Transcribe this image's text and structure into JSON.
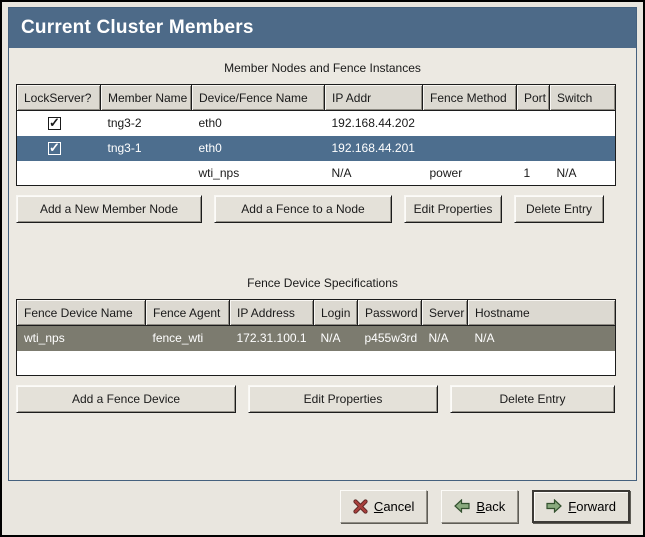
{
  "window": {
    "title": "Current Cluster Members"
  },
  "colors": {
    "titlebar_bg": "#4d6a88",
    "selected_row_blue": "#4d6e8e",
    "selected_row_gray": "#7c7b6f",
    "panel_bg": "#ece9e2",
    "cancel_icon_red": "#a8403c",
    "arrow_icon_green": "#8aaa7e"
  },
  "members_section": {
    "caption": "Member Nodes and Fence Instances",
    "columns": [
      "LockServer?",
      "Member Name",
      "Device/Fence Name",
      "IP Addr",
      "Fence Method",
      "Port",
      "Switch"
    ],
    "rows": [
      {
        "lockserver": "checked",
        "member_name": "tng3-2",
        "device_fence_name": "eth0",
        "ip_addr": "192.168.44.202",
        "fence_method": "",
        "port": "",
        "switch": ""
      },
      {
        "lockserver": "checked",
        "member_name": "tng3-1",
        "device_fence_name": "eth0",
        "ip_addr": "192.168.44.201",
        "fence_method": "",
        "port": "",
        "switch": "",
        "selected": "blue"
      },
      {
        "lockserver": "",
        "member_name": "",
        "device_fence_name": "wti_nps",
        "ip_addr": "N/A",
        "fence_method": "power",
        "port": "1",
        "switch": "N/A"
      }
    ],
    "buttons": [
      "Add a New Member Node",
      "Add a Fence to a Node",
      "Edit Properties",
      "Delete Entry"
    ]
  },
  "fence_section": {
    "caption": "Fence Device Specifications",
    "columns": [
      "Fence Device Name",
      "Fence Agent",
      "IP Address",
      "Login",
      "Password",
      "Server",
      "Hostname"
    ],
    "rows": [
      {
        "fence_device_name": "wti_nps",
        "fence_agent": "fence_wti",
        "ip_address": "172.31.100.1",
        "login": "N/A",
        "password": "p455w3rd",
        "server": "N/A",
        "hostname": "N/A",
        "selected": "gray"
      }
    ],
    "buttons": [
      "Add a Fence Device",
      "Edit Properties",
      "Delete Entry"
    ]
  },
  "action_bar": {
    "cancel": {
      "mnemonic": "C",
      "rest": "ancel"
    },
    "back": {
      "mnemonic": "B",
      "rest": "ack"
    },
    "forward": {
      "mnemonic": "F",
      "rest": "orward"
    }
  }
}
